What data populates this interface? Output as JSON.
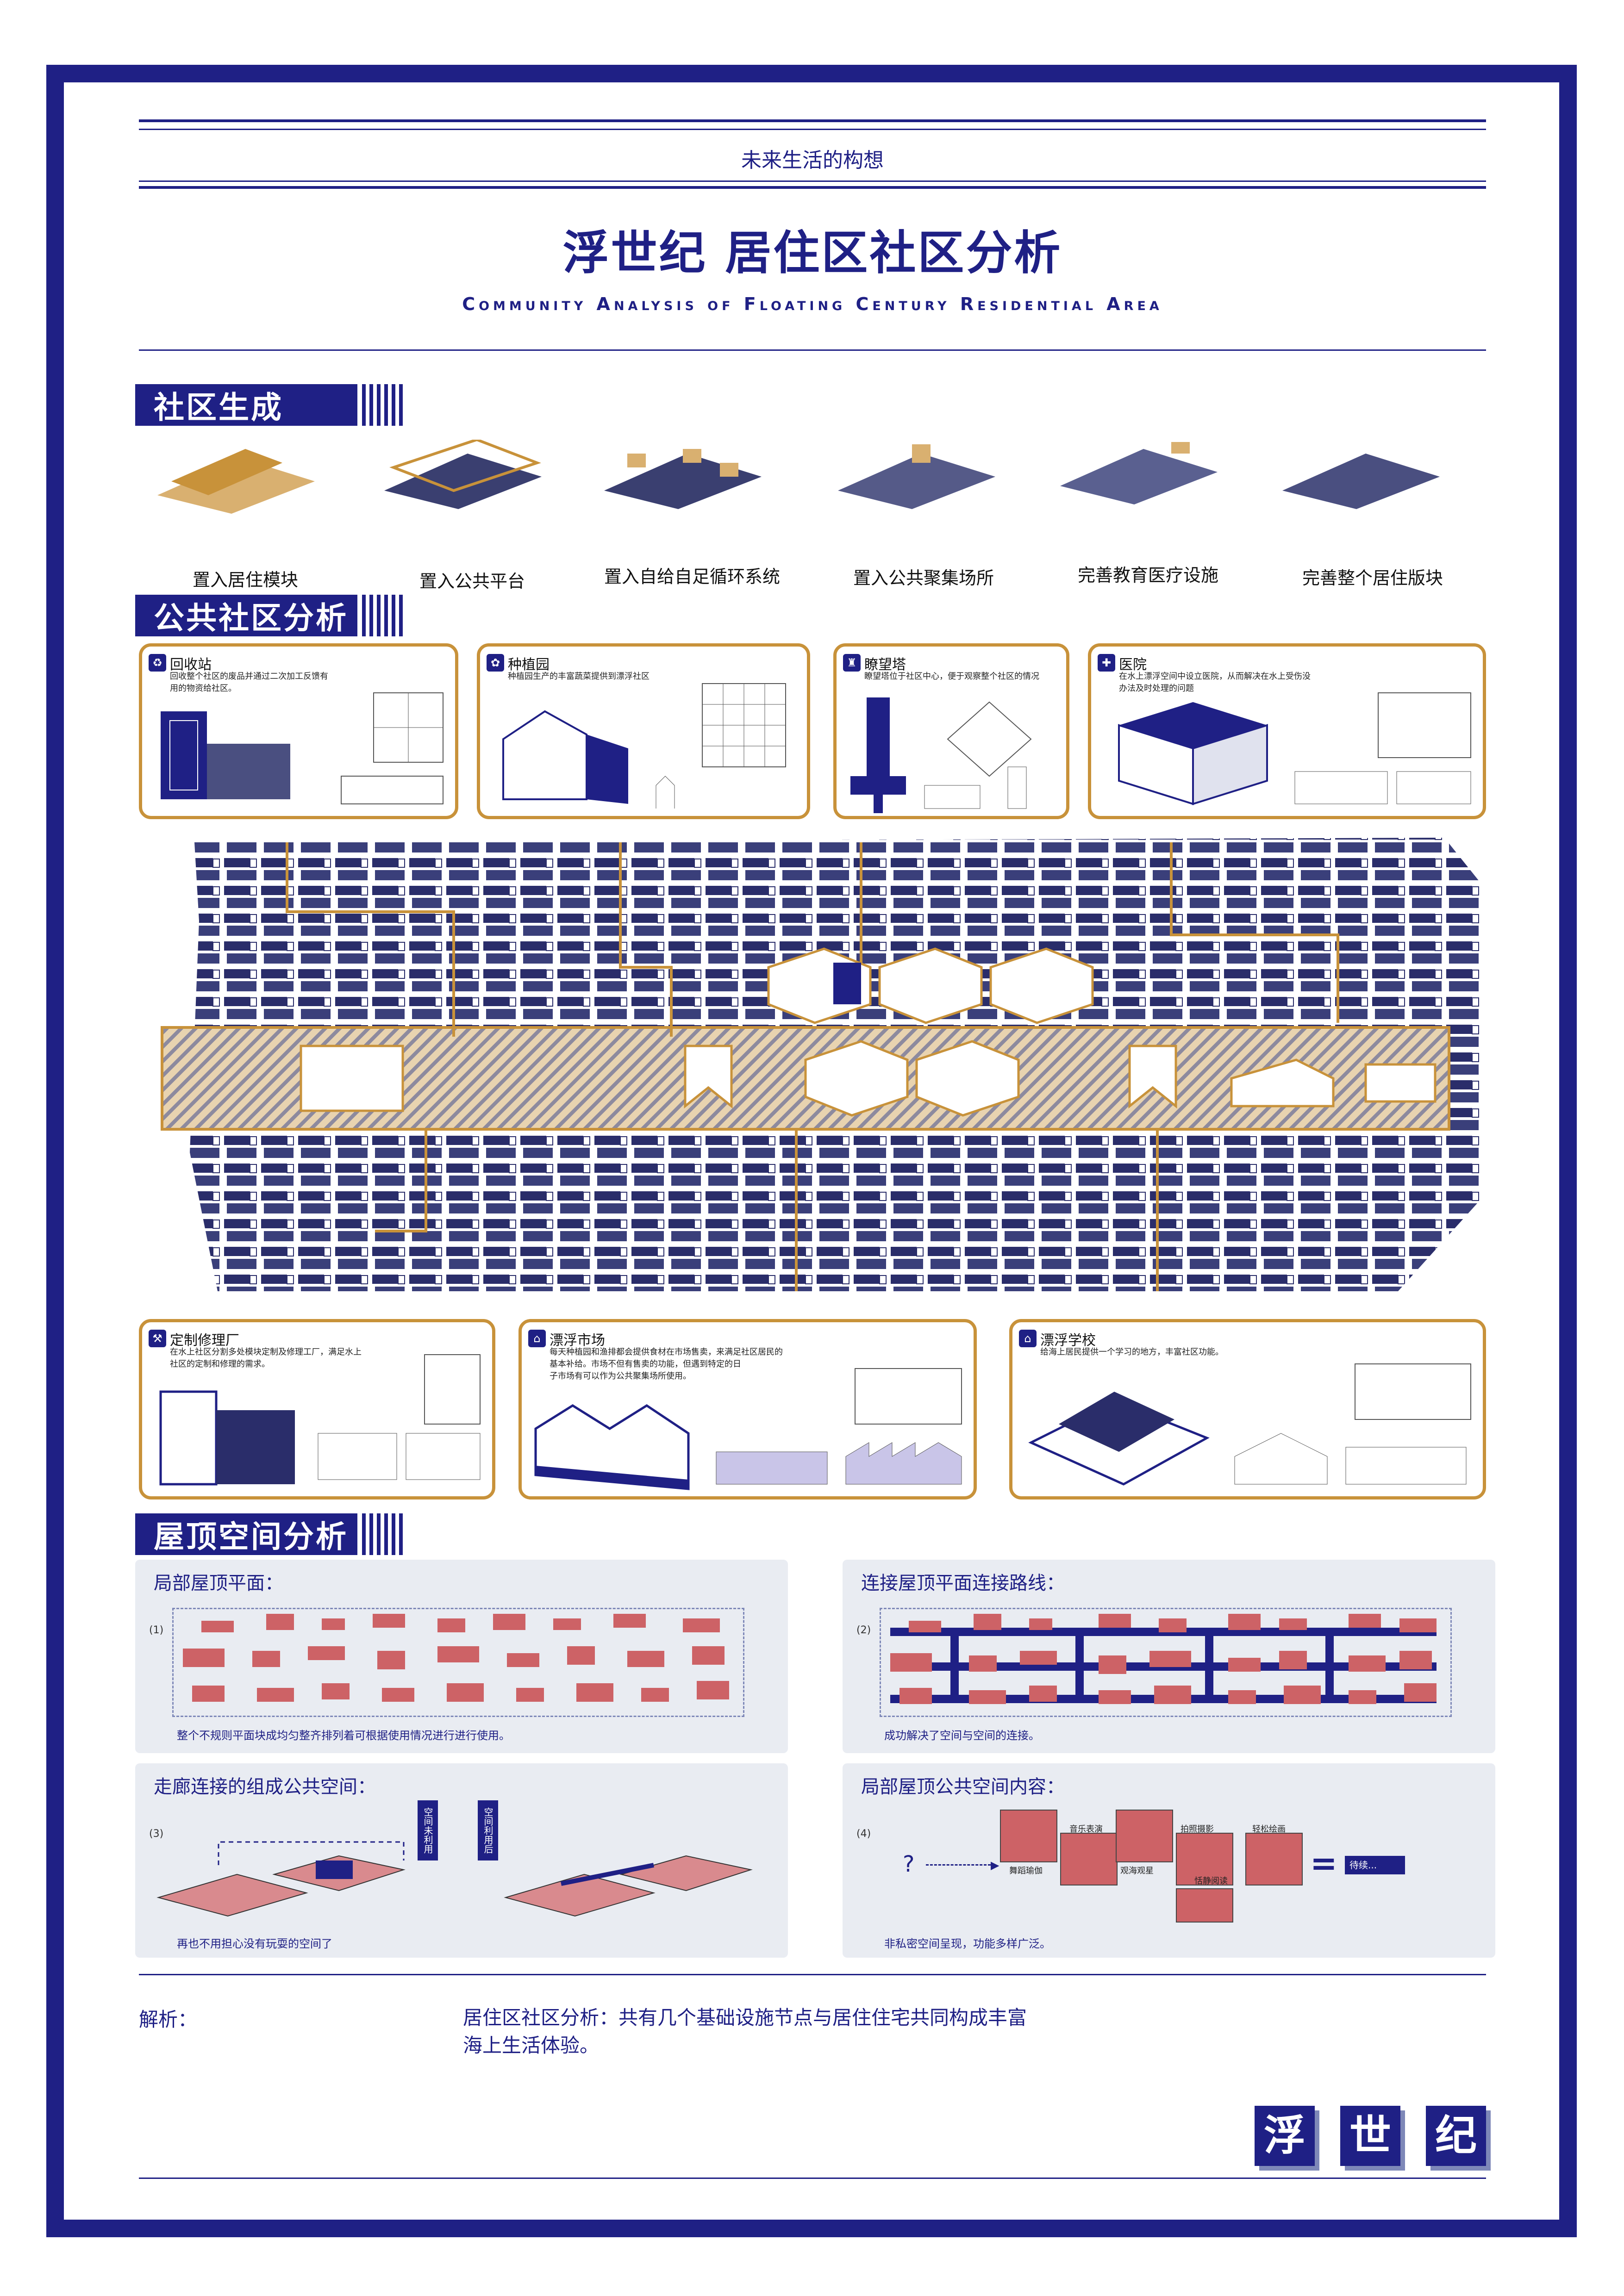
{
  "header": {
    "subtitle": "未来生活的构想",
    "title": "浮世纪 居住区社区分析",
    "title_en": "Community Analysis of Floating Century Residential Area"
  },
  "sections": {
    "generation": "社区生成",
    "public": "公共社区分析",
    "roof": "屋顶空间分析"
  },
  "generation_steps": [
    "置入居住模块",
    "置入公共平台",
    "置入自给自足循环系统",
    "置入公共聚集场所",
    "完善教育医疗设施",
    "完善整个居住版块"
  ],
  "facilities": [
    {
      "name": "回收站",
      "icon": "recycle-icon",
      "desc": "回收整个社区的废品并通过二次加工反馈有\n用的物资给社区。"
    },
    {
      "name": "种植园",
      "icon": "plant-icon",
      "desc": "种植园生产的丰富蔬菜提供到漂浮社区"
    },
    {
      "name": "瞭望塔",
      "icon": "lighthouse-icon",
      "desc": "瞭望塔位于社区中心，便于观察整个社区的情况"
    },
    {
      "name": "医院",
      "icon": "hospital-icon",
      "desc": "在水上漂浮空间中设立医院，从而解决在水上受伤没\n办法及时处理的问题"
    },
    {
      "name": "定制修理厂",
      "icon": "wrench-icon",
      "desc": "在水上社区分割多处模块定制及修理工厂，满足水上\n社区的定制和修理的需求。"
    },
    {
      "name": "漂浮市场",
      "icon": "market-icon",
      "desc": "每天种植园和渔排都会提供食材在市场售卖，来满足社区居民的\n基本补给。市场不但有售卖的功能，但遇到特定的日\n子市场有可以作为公共聚集场所使用。"
    },
    {
      "name": "漂浮学校",
      "icon": "school-icon",
      "desc": "给海上居民提供一个学习的地方，丰富社区功能。"
    }
  ],
  "roof_panels": {
    "p1": {
      "title": "局部屋顶平面：",
      "num": "(1)",
      "caption": "整个不规则平面块成均匀整齐排列着可根据使用情况进行进行使用。"
    },
    "p2": {
      "title": "连接屋顶平面连接路线：",
      "num": "(2)",
      "caption": "成功解决了空间与空间的连接。"
    },
    "p3": {
      "title": "走廊连接的组成公共空间：",
      "num": "(3)",
      "caption": "再也不用担心没有玩耍的空间了",
      "tag1": "空间未利用",
      "tag2": "空间利用后"
    },
    "p4": {
      "title": "局部屋顶公共空间内容：",
      "num": "(4)",
      "caption": "非私密空间呈现，功能多样广泛。",
      "question": "?",
      "activities": [
        "舞蹈瑜伽",
        "音乐表演",
        "观海观星",
        "拍照摄影",
        "恬静阅读",
        "轻松绘画"
      ],
      "equals": "=",
      "result": "待续..."
    }
  },
  "analysis": {
    "label": "解析：",
    "text": "居住区社区分析：共有几个基础设施节点与居住住宅共同构成丰富\n海上生活体验。"
  },
  "logo": {
    "chars": [
      "浮",
      "世",
      "纪"
    ]
  },
  "colors": {
    "navy": "#1f2085",
    "gold": "#c8923a",
    "roof": "#cd6266",
    "panel": "#e9ecf2"
  }
}
